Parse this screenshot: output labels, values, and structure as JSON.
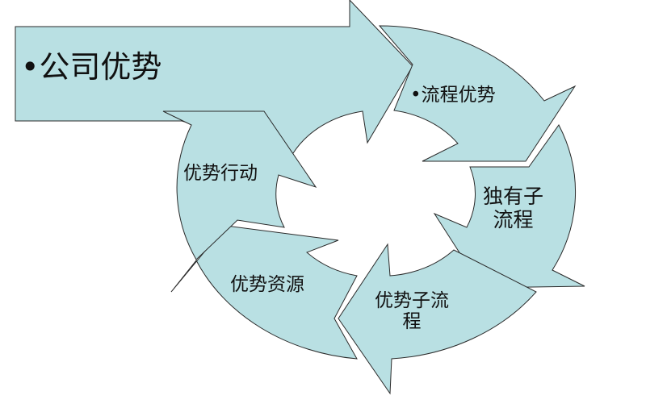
{
  "diagram": {
    "fill_color": "#b9e0e3",
    "stroke_color": "#2a2a2a",
    "main_arrow_label": "•公司优势",
    "cycle": [
      {
        "id": "process-advantage",
        "lines": [
          "•流程优势"
        ]
      },
      {
        "id": "unique-subprocess",
        "lines": [
          "独有子",
          "流程"
        ]
      },
      {
        "id": "advantage-subprocess",
        "lines": [
          "优势子流",
          "程"
        ]
      },
      {
        "id": "advantage-resources",
        "lines": [
          "优势资源"
        ]
      },
      {
        "id": "advantage-actions",
        "lines": [
          "优势行动"
        ]
      }
    ]
  }
}
